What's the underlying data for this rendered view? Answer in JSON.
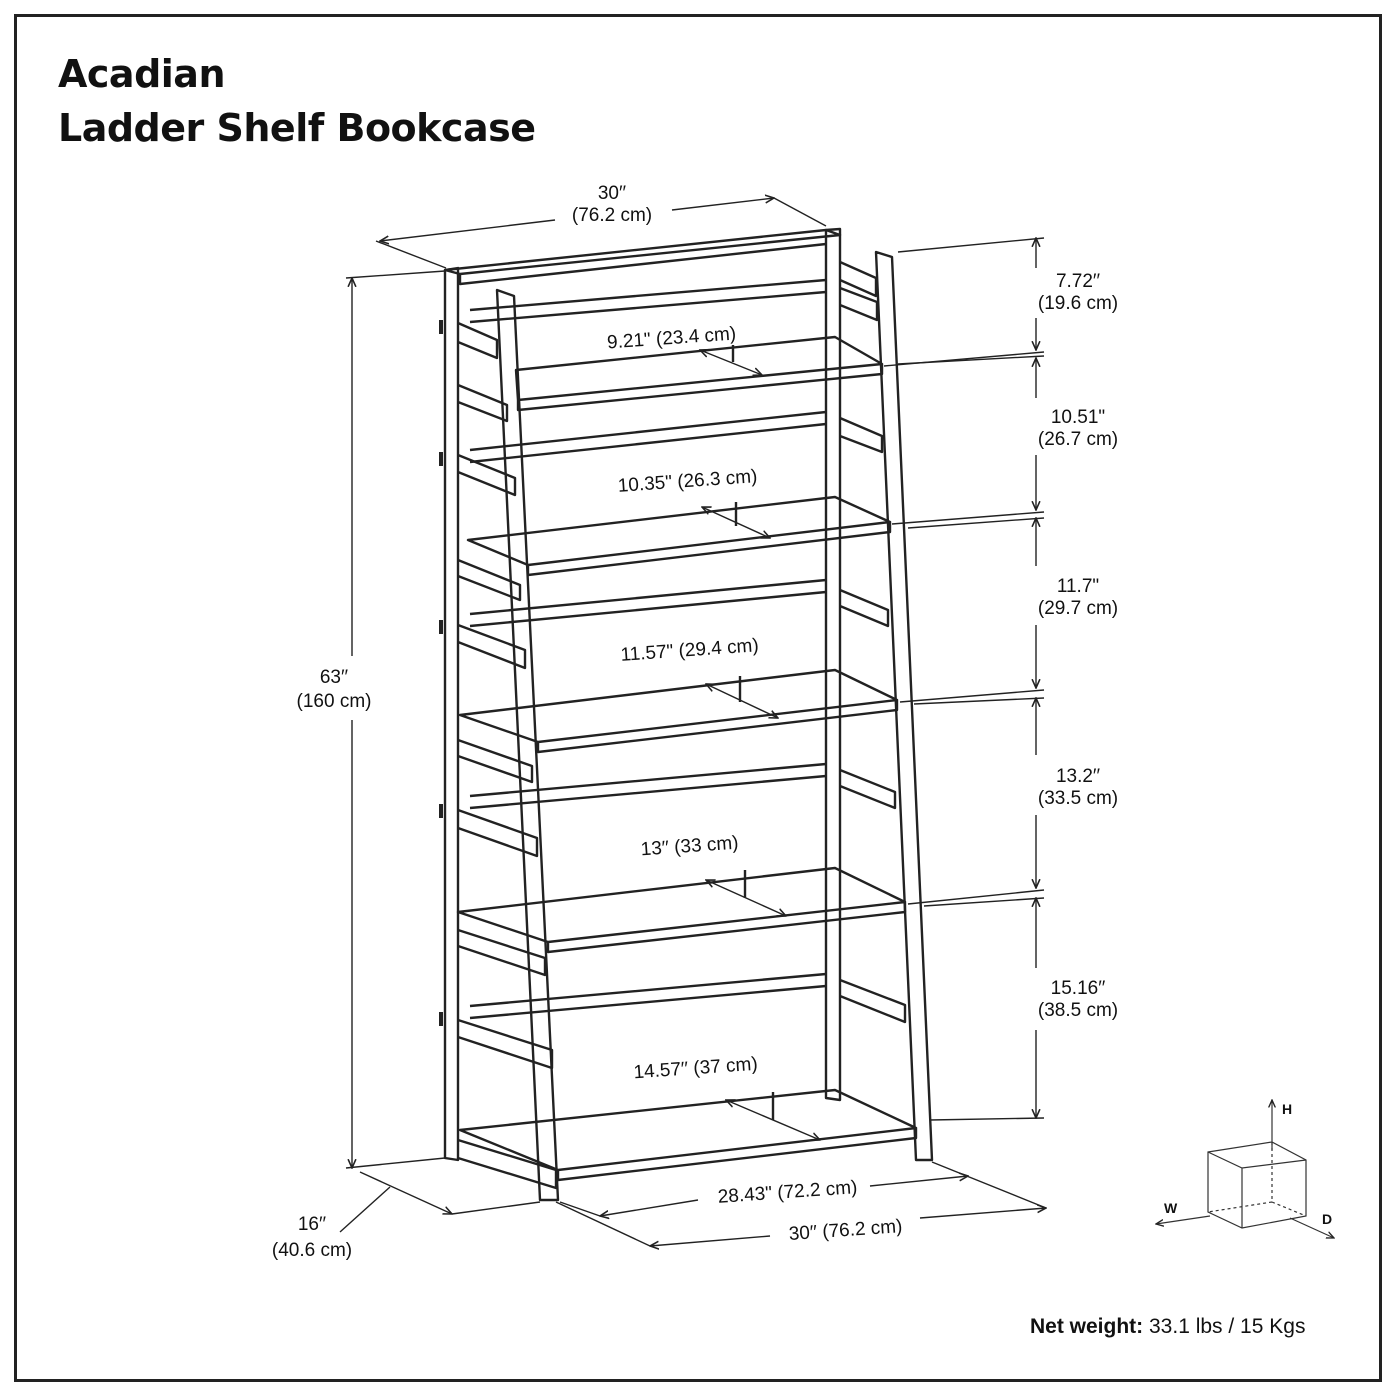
{
  "title": {
    "line1": "Acadian",
    "line2": "Ladder Shelf Bookcase"
  },
  "dimensions": {
    "top_width": {
      "in": "30′′",
      "cm": "(76.2 cm)"
    },
    "height": {
      "in": "63′′",
      "cm": "(160 cm)"
    },
    "depth": {
      "in": "16′′",
      "cm": "(40.6 cm)"
    },
    "inner_width": "28.43\" (72.2 cm)",
    "bottom_width": "30′′ (76.2 cm)",
    "shelf_depths": [
      "9.21\" (23.4 cm)",
      "10.35\" (26.3 cm)",
      "11.57\" (29.4 cm)",
      "13′′ (33 cm)",
      "14.57′′ (37 cm)"
    ],
    "shelf_gaps": [
      {
        "in": "7.72′′",
        "cm": "(19.6 cm)"
      },
      {
        "in": "10.51\"",
        "cm": "(26.7 cm)"
      },
      {
        "in": "11.7\"",
        "cm": "(29.7 cm)"
      },
      {
        "in": "13.2′′",
        "cm": "(33.5 cm)"
      },
      {
        "in": "15.16′′",
        "cm": "(38.5 cm)"
      }
    ]
  },
  "axes": {
    "h": "H",
    "w": "W",
    "d": "D"
  },
  "weight": {
    "label": "Net weight:",
    "value": " 33.1 lbs / 15 Kgs"
  },
  "colors": {
    "line": "#222222",
    "background": "#ffffff"
  }
}
